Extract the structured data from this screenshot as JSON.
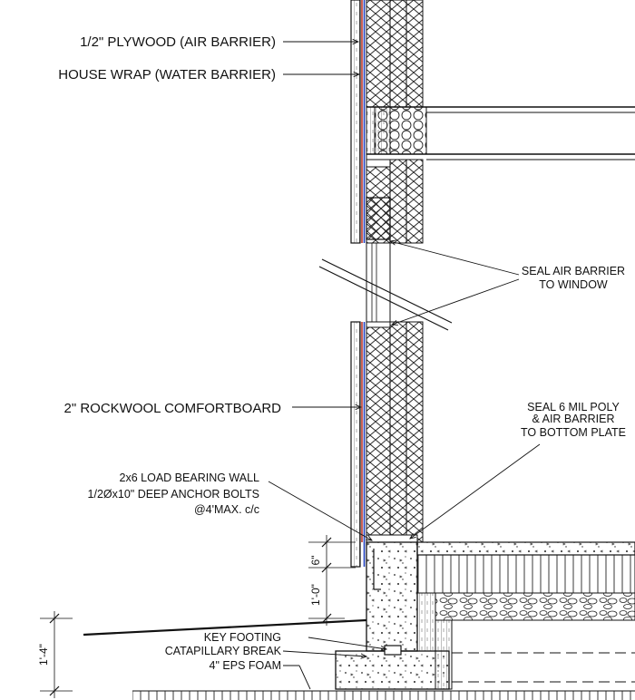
{
  "labels": {
    "plywood": "1/2\" PLYWOOD (AIR BARRIER)",
    "house_wrap": "HOUSE WRAP (WATER BARRIER)",
    "seal_window_1": "SEAL AIR BARRIER",
    "seal_window_2": "TO WINDOW",
    "comfortboard": "2\" ROCKWOOL COMFORTBOARD",
    "seal_plate_1": "SEAL 6 MIL POLY",
    "seal_plate_2": "& AIR BARRIER",
    "seal_plate_3": "TO BOTTOM PLATE",
    "wall_1": "2x6 LOAD BEARING WALL",
    "wall_2": "1/2Øx10\" DEEP ANCHOR BOLTS",
    "wall_3": "@4'MAX. c/c",
    "key_footing": "KEY FOOTING",
    "capillary": "CATAPILLARY BREAK",
    "eps": "4\" EPS FOAM"
  },
  "dimensions": {
    "six_inch": "6\"",
    "one_foot": "1'-0\"",
    "one_four": "1'-4\""
  },
  "colors": {
    "air_barrier": "#c0392b",
    "water_barrier": "#1f3fbf",
    "ink": "#111111"
  }
}
